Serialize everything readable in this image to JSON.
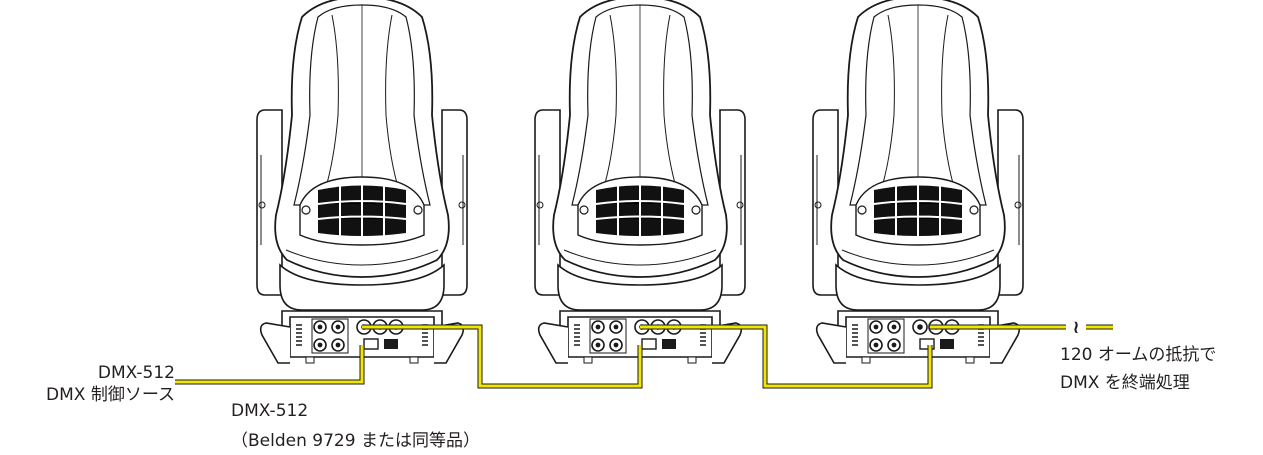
{
  "source": {
    "line1": "DMX-512",
    "line2": "DMX 制御ソース"
  },
  "cable": {
    "line1": "DMX-512",
    "line2": "（Belden 9729 または同等品）"
  },
  "termination": {
    "line1": "120 オームの抵抗で",
    "line2": "DMX を終端処理",
    "break_symbol": "≀"
  },
  "fixtures": [
    {
      "name": "moving-head-fixture"
    },
    {
      "name": "moving-head-fixture"
    },
    {
      "name": "moving-head-fixture"
    }
  ],
  "colors": {
    "cable": "#f2e600",
    "outline": "#1a1a1a"
  }
}
